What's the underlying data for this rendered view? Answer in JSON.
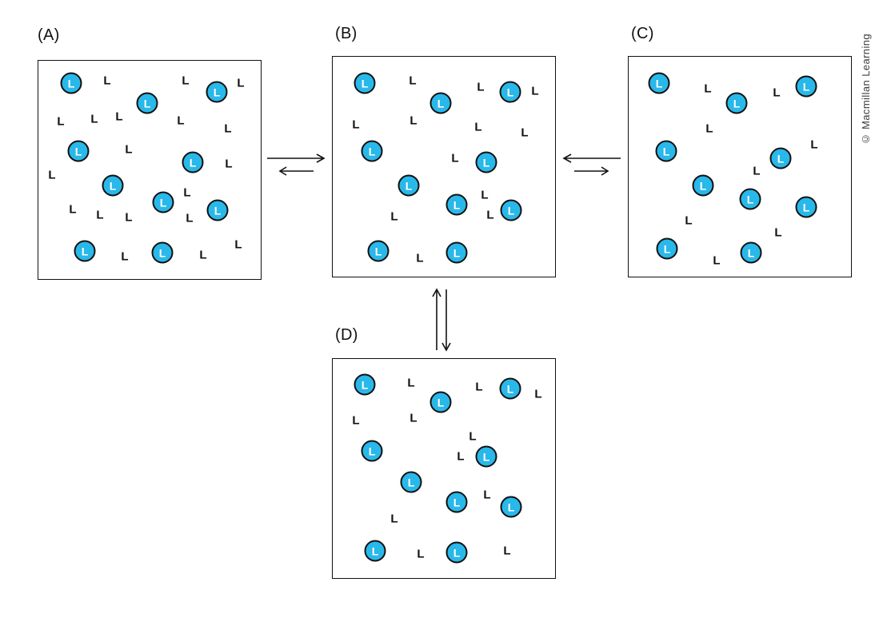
{
  "figure": {
    "credit": "© Macmillan Learning",
    "ligand_label": "L",
    "bound_ligand_color": "#29b8ea",
    "outline_color": "#111111"
  },
  "panels": [
    {
      "id": "A",
      "label": "(A)",
      "bound_ligands": [
        [
          41,
          28
        ],
        [
          136,
          53
        ],
        [
          223,
          39
        ],
        [
          50,
          113
        ],
        [
          193,
          127
        ],
        [
          93,
          156
        ],
        [
          156,
          177
        ],
        [
          224,
          187
        ],
        [
          58,
          238
        ],
        [
          155,
          240
        ]
      ],
      "free_ligands": [
        [
          86,
          25
        ],
        [
          184,
          25
        ],
        [
          253,
          28
        ],
        [
          28,
          76
        ],
        [
          70,
          73
        ],
        [
          101,
          70
        ],
        [
          178,
          75
        ],
        [
          237,
          85
        ],
        [
          113,
          111
        ],
        [
          238,
          129
        ],
        [
          17,
          143
        ],
        [
          186,
          165
        ],
        [
          43,
          186
        ],
        [
          77,
          193
        ],
        [
          113,
          196
        ],
        [
          189,
          197
        ],
        [
          250,
          230
        ],
        [
          108,
          245
        ],
        [
          206,
          243
        ]
      ]
    },
    {
      "id": "B",
      "label": "(B)",
      "bound_ligands": [
        [
          40,
          33
        ],
        [
          135,
          58
        ],
        [
          222,
          44
        ],
        [
          49,
          118
        ],
        [
          192,
          132
        ],
        [
          95,
          161
        ],
        [
          155,
          185
        ],
        [
          223,
          192
        ],
        [
          57,
          243
        ],
        [
          155,
          245
        ]
      ],
      "free_ligands": [
        [
          100,
          30
        ],
        [
          185,
          38
        ],
        [
          253,
          43
        ],
        [
          29,
          85
        ],
        [
          101,
          80
        ],
        [
          182,
          88
        ],
        [
          240,
          95
        ],
        [
          153,
          127
        ],
        [
          190,
          173
        ],
        [
          197,
          198
        ],
        [
          77,
          200
        ],
        [
          109,
          252
        ]
      ]
    },
    {
      "id": "C",
      "label": "(C)",
      "bound_ligands": [
        [
          38,
          33
        ],
        [
          135,
          58
        ],
        [
          222,
          37
        ],
        [
          47,
          118
        ],
        [
          190,
          127
        ],
        [
          93,
          161
        ],
        [
          152,
          178
        ],
        [
          222,
          188
        ],
        [
          48,
          240
        ],
        [
          153,
          245
        ]
      ],
      "free_ligands": [
        [
          99,
          40
        ],
        [
          185,
          45
        ],
        [
          101,
          90
        ],
        [
          232,
          110
        ],
        [
          160,
          143
        ],
        [
          75,
          205
        ],
        [
          187,
          220
        ],
        [
          110,
          255
        ]
      ]
    },
    {
      "id": "D",
      "label": "(D)",
      "bound_ligands": [
        [
          40,
          32
        ],
        [
          135,
          54
        ],
        [
          222,
          37
        ],
        [
          49,
          115
        ],
        [
          192,
          122
        ],
        [
          98,
          154
        ],
        [
          155,
          179
        ],
        [
          223,
          185
        ],
        [
          53,
          240
        ],
        [
          155,
          242
        ]
      ],
      "free_ligands": [
        [
          98,
          30
        ],
        [
          183,
          35
        ],
        [
          257,
          44
        ],
        [
          29,
          77
        ],
        [
          101,
          74
        ],
        [
          175,
          97
        ],
        [
          160,
          122
        ],
        [
          193,
          170
        ],
        [
          77,
          200
        ],
        [
          110,
          244
        ],
        [
          218,
          240
        ]
      ]
    }
  ],
  "arrows": [
    {
      "between": "A-B",
      "orientation": "horizontal",
      "top_direction": "right",
      "bottom_direction": "left"
    },
    {
      "between": "B-C",
      "orientation": "horizontal",
      "top_direction": "left",
      "bottom_direction": "right"
    },
    {
      "between": "B-D",
      "orientation": "vertical",
      "left_direction": "up",
      "right_direction": "down"
    }
  ]
}
